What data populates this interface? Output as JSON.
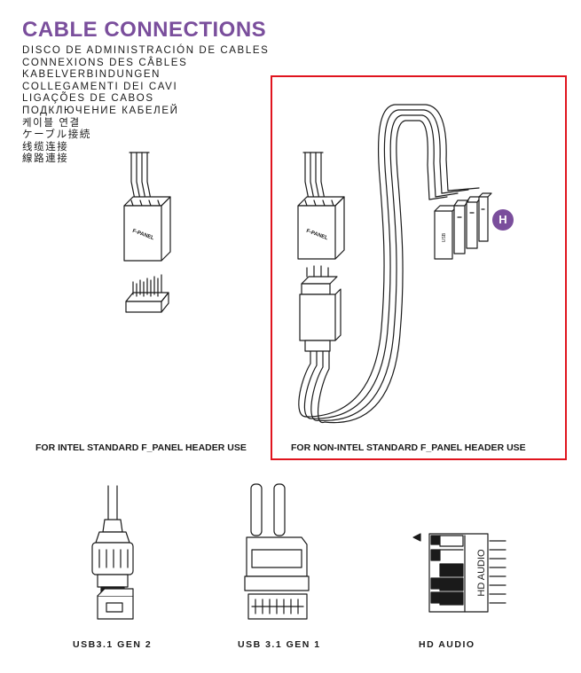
{
  "header": {
    "title": "CABLE CONNECTIONS",
    "accent_color": "#7a4e9c",
    "translations": [
      "DISCO DE ADMINISTRACIÓN DE CABLES",
      "CONNEXIONS DES CÂBLES",
      "KABELVERBINDUNGEN",
      "COLLEGAMENTI DEI CAVI",
      "LIGAÇÕES DE CABOS",
      "ПОДКЛЮЧЕНИЕ КАБЕЛЕЙ",
      "케이블 연결",
      "ケーブル接続",
      "线缆连接",
      "線路連接"
    ]
  },
  "panels": {
    "intel_caption": "FOR INTEL STANDARD F_PANEL HEADER USE",
    "non_intel_caption": "FOR NON-INTEL STANDARD F_PANEL HEADER USE",
    "fpanel_label": "F-PANEL",
    "badge": "H",
    "highlight_color": "#e0141e"
  },
  "connectors": {
    "usb31gen2": "USB3.1 GEN 2",
    "usb31gen1": "USB 3.1 GEN 1",
    "hdaudio": "HD AUDIO",
    "hdaudio_side_label": "HD AUDIO"
  }
}
